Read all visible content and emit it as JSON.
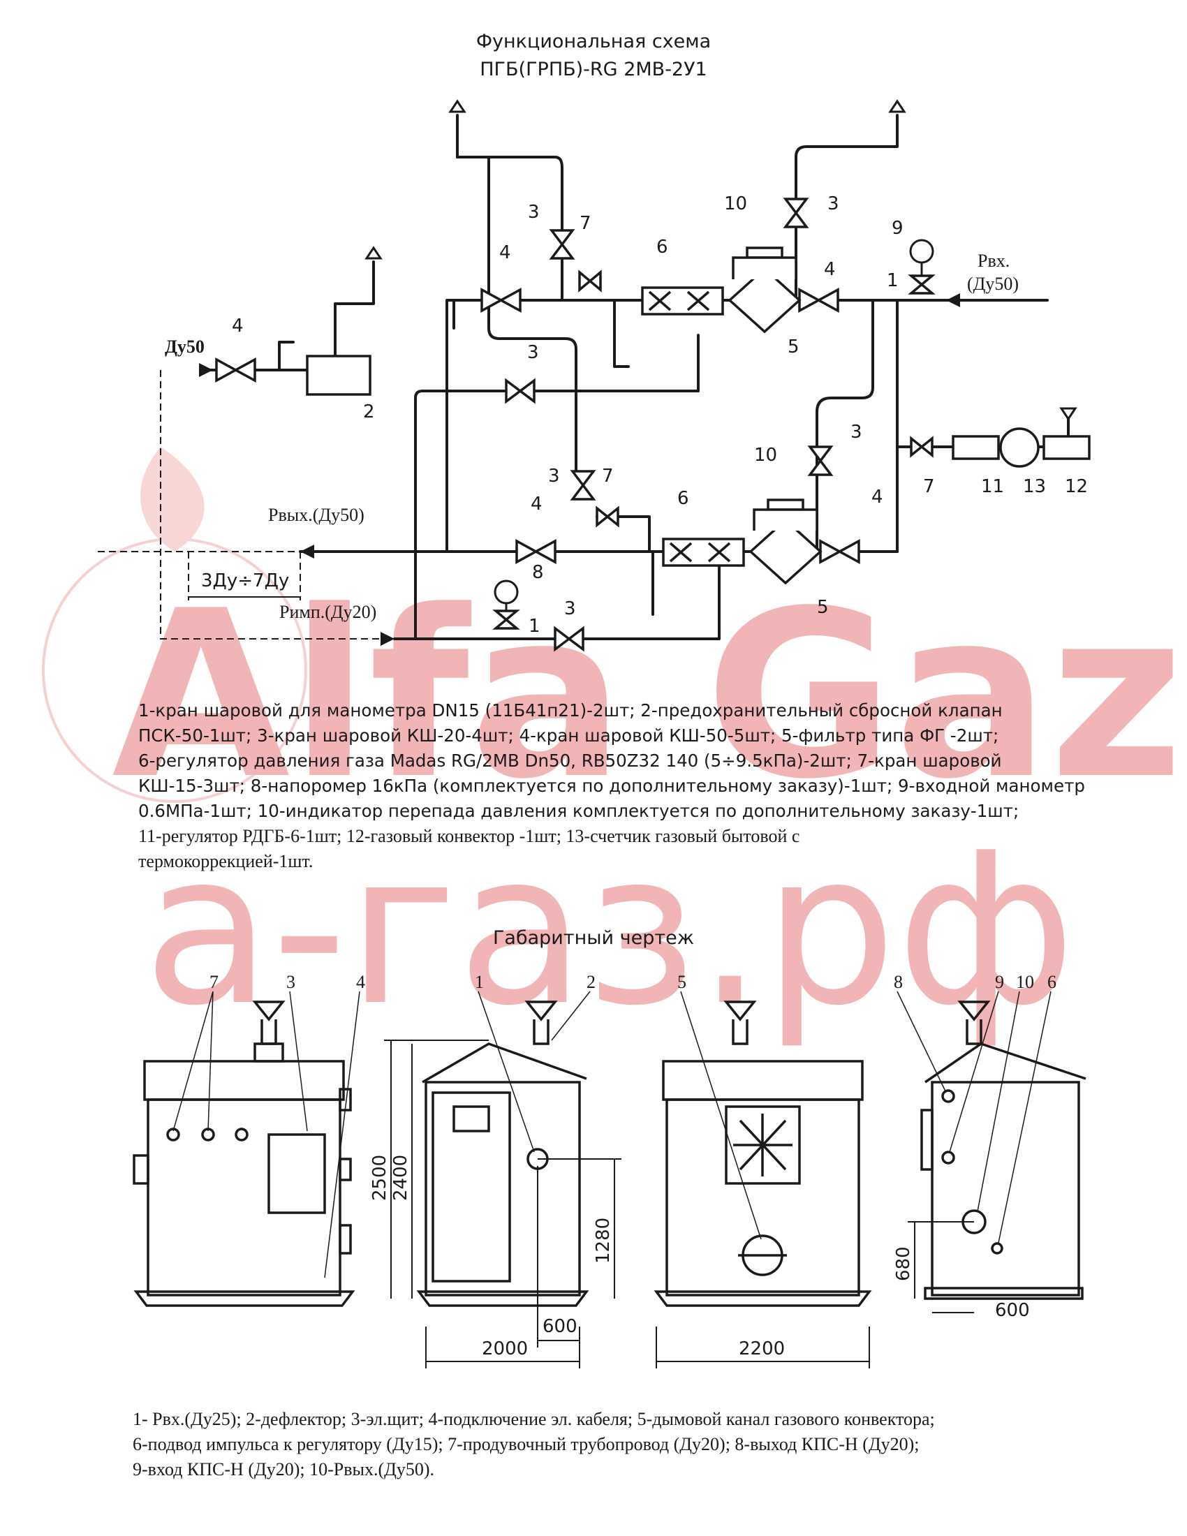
{
  "scheme": {
    "title_line1": "Функциональная схема",
    "title_line2": "ПГБ(ГРПБ)-RG 2МВ-2У1",
    "labels": {
      "in_pressure": "Рвх.",
      "in_dn": "(Ду50)",
      "out_pressure": "Рвых.(Ду50)",
      "imp_pressure": "Римп.(Ду20)",
      "dn50": "Ду50",
      "distance": "3Ду÷7Ду"
    },
    "numbers": {
      "n1": "1",
      "n2": "2",
      "n3": "3",
      "n4": "4",
      "n5": "5",
      "n6": "6",
      "n7": "7",
      "n8": "8",
      "n9": "9",
      "n10": "10",
      "n11": "11",
      "n12": "12",
      "n13": "13"
    }
  },
  "legend": {
    "line1": "1-кран шаровой для манометра DN15 (11Б41п21)-2шт; 2-предохранительный сбросной клапан",
    "line2": "ПСК-50-1шт; 3-кран шаровой КШ-20-4шт; 4-кран шаровой КШ-50-5шт; 5-фильтр типа ФГ -2шт;",
    "line3": "6-регулятор давления газа Madas RG/2MB Dn50, RB50Z32 140 (5÷9.5кПа)-2шт; 7-кран шаровой",
    "line4": "КШ-15-3шт; 8-напоромер 16кПа (комплектуется по дополнительному заказу)-1шт; 9-входной манометр",
    "line5": "0.6МПа-1шт; 10-индикатор перепада давления комплектуется по дополнительному заказу-1шт;",
    "line6": "11-регулятор РДГБ-6-1шт; 12-газовый конвектор -1шт; 13-счетчик газовый бытовой с",
    "line7": "термокоррекцией-1шт."
  },
  "overall": {
    "title": "Габаритный чертеж",
    "dims": {
      "h2500": "2500",
      "h2400": "2400",
      "h1280": "1280",
      "w600a": "600",
      "w2000": "2000",
      "w2200": "2200",
      "h680": "680",
      "w600b": "600"
    }
  },
  "legend2": {
    "line1": "1- Рвх.(Ду25); 2-дефлектор; 3-эл.щит; 4-подключение эл. кабеля; 5-дымовой канал газового конвектора;",
    "line2": "6-подвод импульса к регулятору (Ду15); 7-продувочный трубопровод (Ду20); 8-выход КПС-Н (Ду20);",
    "line3": "9-вход КПС-Н (Ду20); 10-Рвых.(Ду50)."
  },
  "watermark": {
    "brand": "Alfa Gaz",
    "domain": "а-газ.рф"
  },
  "colors": {
    "line": "#1a1a1a",
    "watermark": "#f2b5b5"
  }
}
